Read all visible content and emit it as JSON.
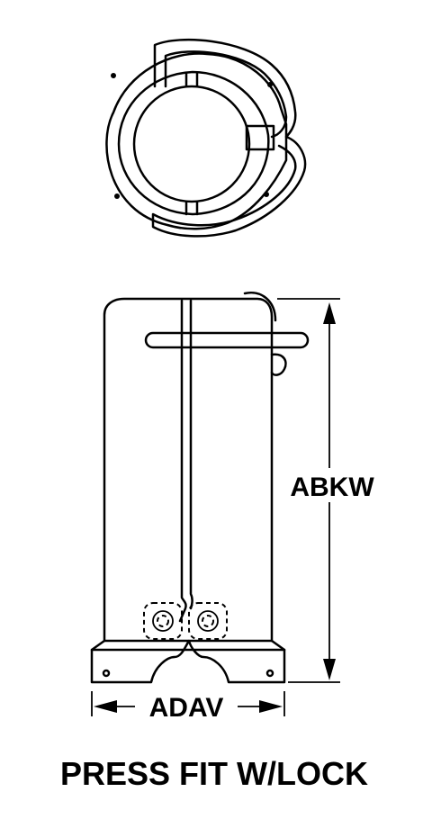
{
  "labels": {
    "height_dim": "ABKW",
    "width_dim": "ADAV",
    "caption": "PRESS FIT W/LOCK"
  },
  "colors": {
    "line": "#000000",
    "background": "#ffffff"
  }
}
